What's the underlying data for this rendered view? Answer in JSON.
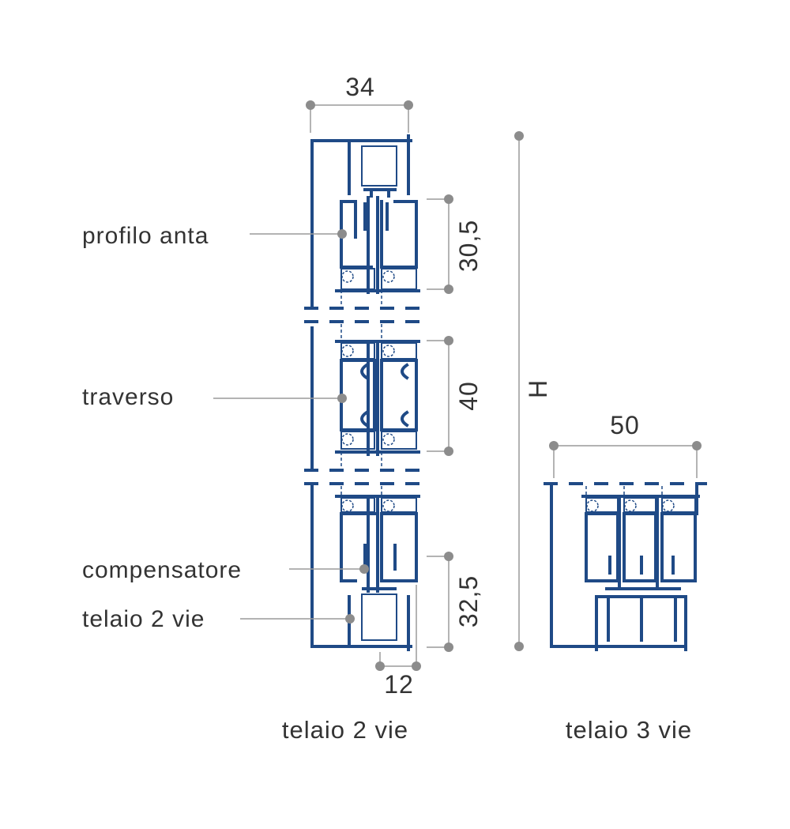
{
  "labels": {
    "profilo_anta": "profilo anta",
    "traverso": "traverso",
    "compensatore": "compensatore",
    "telaio_2_vie": "telaio 2 vie"
  },
  "dimensions": {
    "width_34": "34",
    "height_30_5": "30,5",
    "height_40": "40",
    "height_32_5": "32,5",
    "offset_12": "12",
    "total_h": "H",
    "width_50": "50"
  },
  "captions": {
    "left": "telaio 2 vie",
    "right": "telaio 3 vie"
  },
  "colors": {
    "profile": "#1f4a86",
    "dimension_line": "#9a9a9a",
    "dot": "#8c8c8c",
    "text": "#333333"
  }
}
